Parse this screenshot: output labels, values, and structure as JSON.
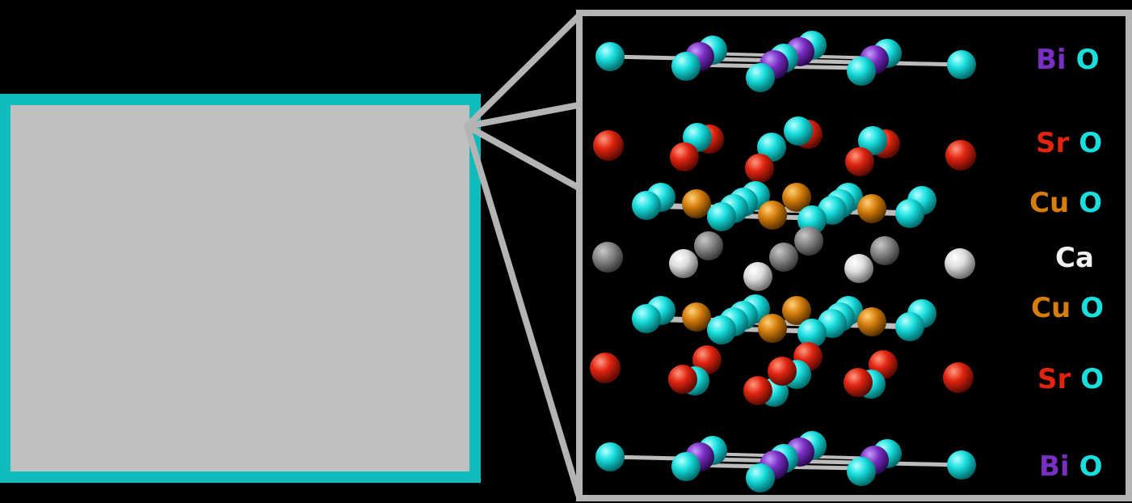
{
  "colors": {
    "background": "#000000",
    "frame_teal": "#0fbcbc",
    "crystal_block": "#c0c0c0",
    "zoom_frame": "#b4b4b4",
    "bi": "#7a2fc4",
    "o": "#19dede",
    "sr": "#e02410",
    "cu": "#d57e0c",
    "ca": "#f0f0f0",
    "bond": "#bcbcbc"
  },
  "layers": [
    {
      "kind": "BiO",
      "parts": [
        {
          "text": "Bi",
          "element": "bi"
        },
        {
          "text": "O",
          "element": "o"
        }
      ]
    },
    {
      "kind": "SrO",
      "parts": [
        {
          "text": "Sr",
          "element": "sr"
        },
        {
          "text": "O",
          "element": "o"
        }
      ]
    },
    {
      "kind": "CuO",
      "parts": [
        {
          "text": "Cu",
          "element": "cu"
        },
        {
          "text": "O",
          "element": "o"
        }
      ]
    },
    {
      "kind": "Ca",
      "parts": [
        {
          "text": "Ca",
          "element": "ca"
        }
      ]
    },
    {
      "kind": "CuO",
      "parts": [
        {
          "text": "Cu",
          "element": "cu"
        },
        {
          "text": "O",
          "element": "o"
        }
      ]
    },
    {
      "kind": "SrO",
      "parts": [
        {
          "text": "Sr",
          "element": "sr"
        },
        {
          "text": "O",
          "element": "o"
        }
      ]
    },
    {
      "kind": "BiO",
      "parts": [
        {
          "text": "Bi",
          "element": "bi"
        },
        {
          "text": "O",
          "element": "o"
        }
      ]
    }
  ]
}
